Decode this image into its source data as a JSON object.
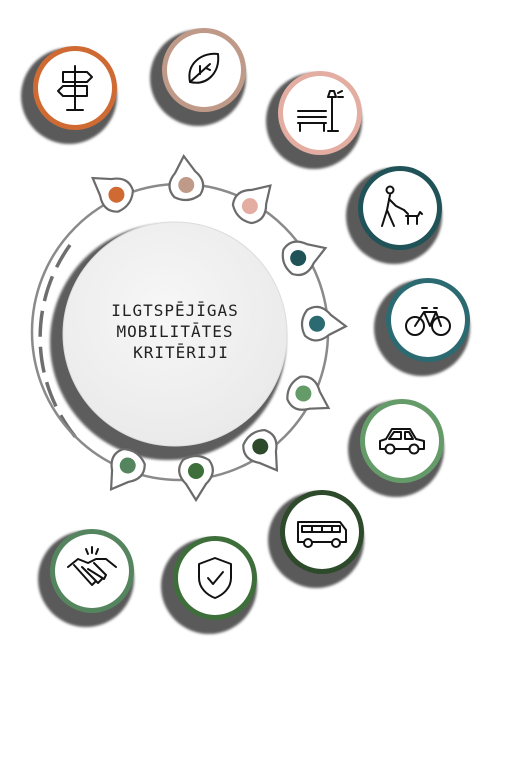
{
  "center": {
    "lines": [
      "ILGTSPĒJĪGAS",
      "MOBILITĀTES",
      "KRITĒRIJI"
    ]
  },
  "colors": {
    "orange": "#cf6a33",
    "tan": "#c09a88",
    "pink": "#e3ada2",
    "teal_dark": "#1f5358",
    "teal": "#2b6a71",
    "green_mid": "#55855e",
    "green_light": "#649b68",
    "green_dark": "#2d4a2a",
    "green": "#3e6f3b"
  },
  "criteria": [
    {
      "id": "signpost",
      "icon": "signpost-icon",
      "color": "#cf6a33"
    },
    {
      "id": "leaf",
      "icon": "leaf-icon",
      "color": "#c09a88"
    },
    {
      "id": "bench",
      "icon": "bench-lamp-icon",
      "color": "#e3ada2"
    },
    {
      "id": "walk-dog",
      "icon": "walk-dog-icon",
      "color": "#1f5358"
    },
    {
      "id": "bicycle",
      "icon": "bicycle-icon",
      "color": "#2b6a71"
    },
    {
      "id": "car",
      "icon": "car-icon",
      "color": "#649b68"
    },
    {
      "id": "bus",
      "icon": "bus-icon",
      "color": "#2d4a2a"
    },
    {
      "id": "shield",
      "icon": "shield-check-icon",
      "color": "#3e6f3b"
    },
    {
      "id": "handshake",
      "icon": "handshake-icon",
      "color": "#55855e"
    }
  ]
}
